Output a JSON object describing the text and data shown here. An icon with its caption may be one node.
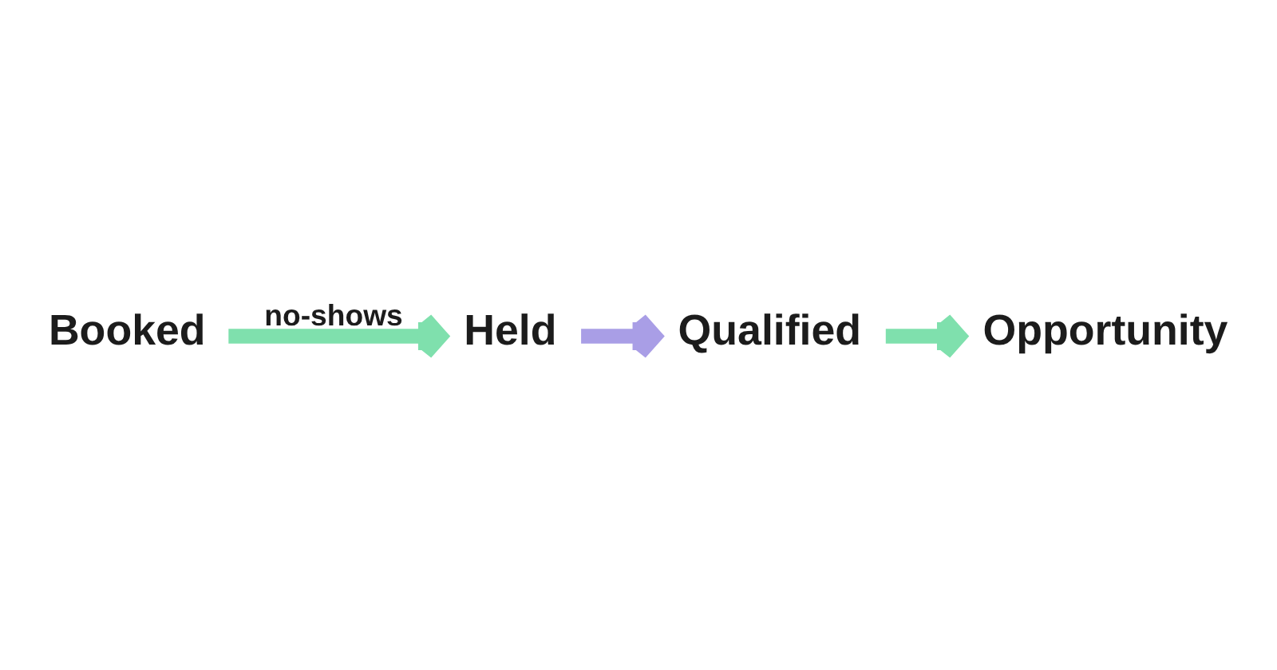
{
  "diagram": {
    "nodes": [
      {
        "text": [
          "Booked"
        ]
      },
      {
        "text": [
          "Held"
        ]
      },
      {
        "text": [
          "Qualified"
        ]
      },
      {
        "text": [
          "Opportunity"
        ]
      }
    ],
    "edges": [
      {
        "from": 0,
        "to": 1,
        "arrow": "to",
        "label": "no-shows"
      },
      {
        "from": 1,
        "to": 2,
        "arrow": "to",
        "color": "#a99ee6"
      },
      {
        "from": 2,
        "to": 3,
        "arrow": "to"
      }
    ]
  }
}
